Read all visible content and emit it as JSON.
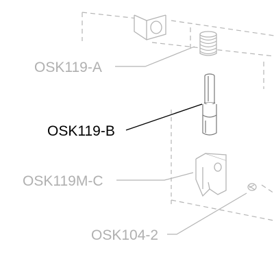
{
  "labels": {
    "spring": "OSK119-A",
    "pin": "OSK119-B",
    "block": "OSK119M-C",
    "screw": "OSK104-2"
  },
  "colors": {
    "faded_line": "#b4b4b4",
    "faded_text": "#b0b0b0",
    "active_line": "#000000",
    "active_text": "#000000",
    "background": "#ffffff"
  },
  "highlighted_part": "pin"
}
